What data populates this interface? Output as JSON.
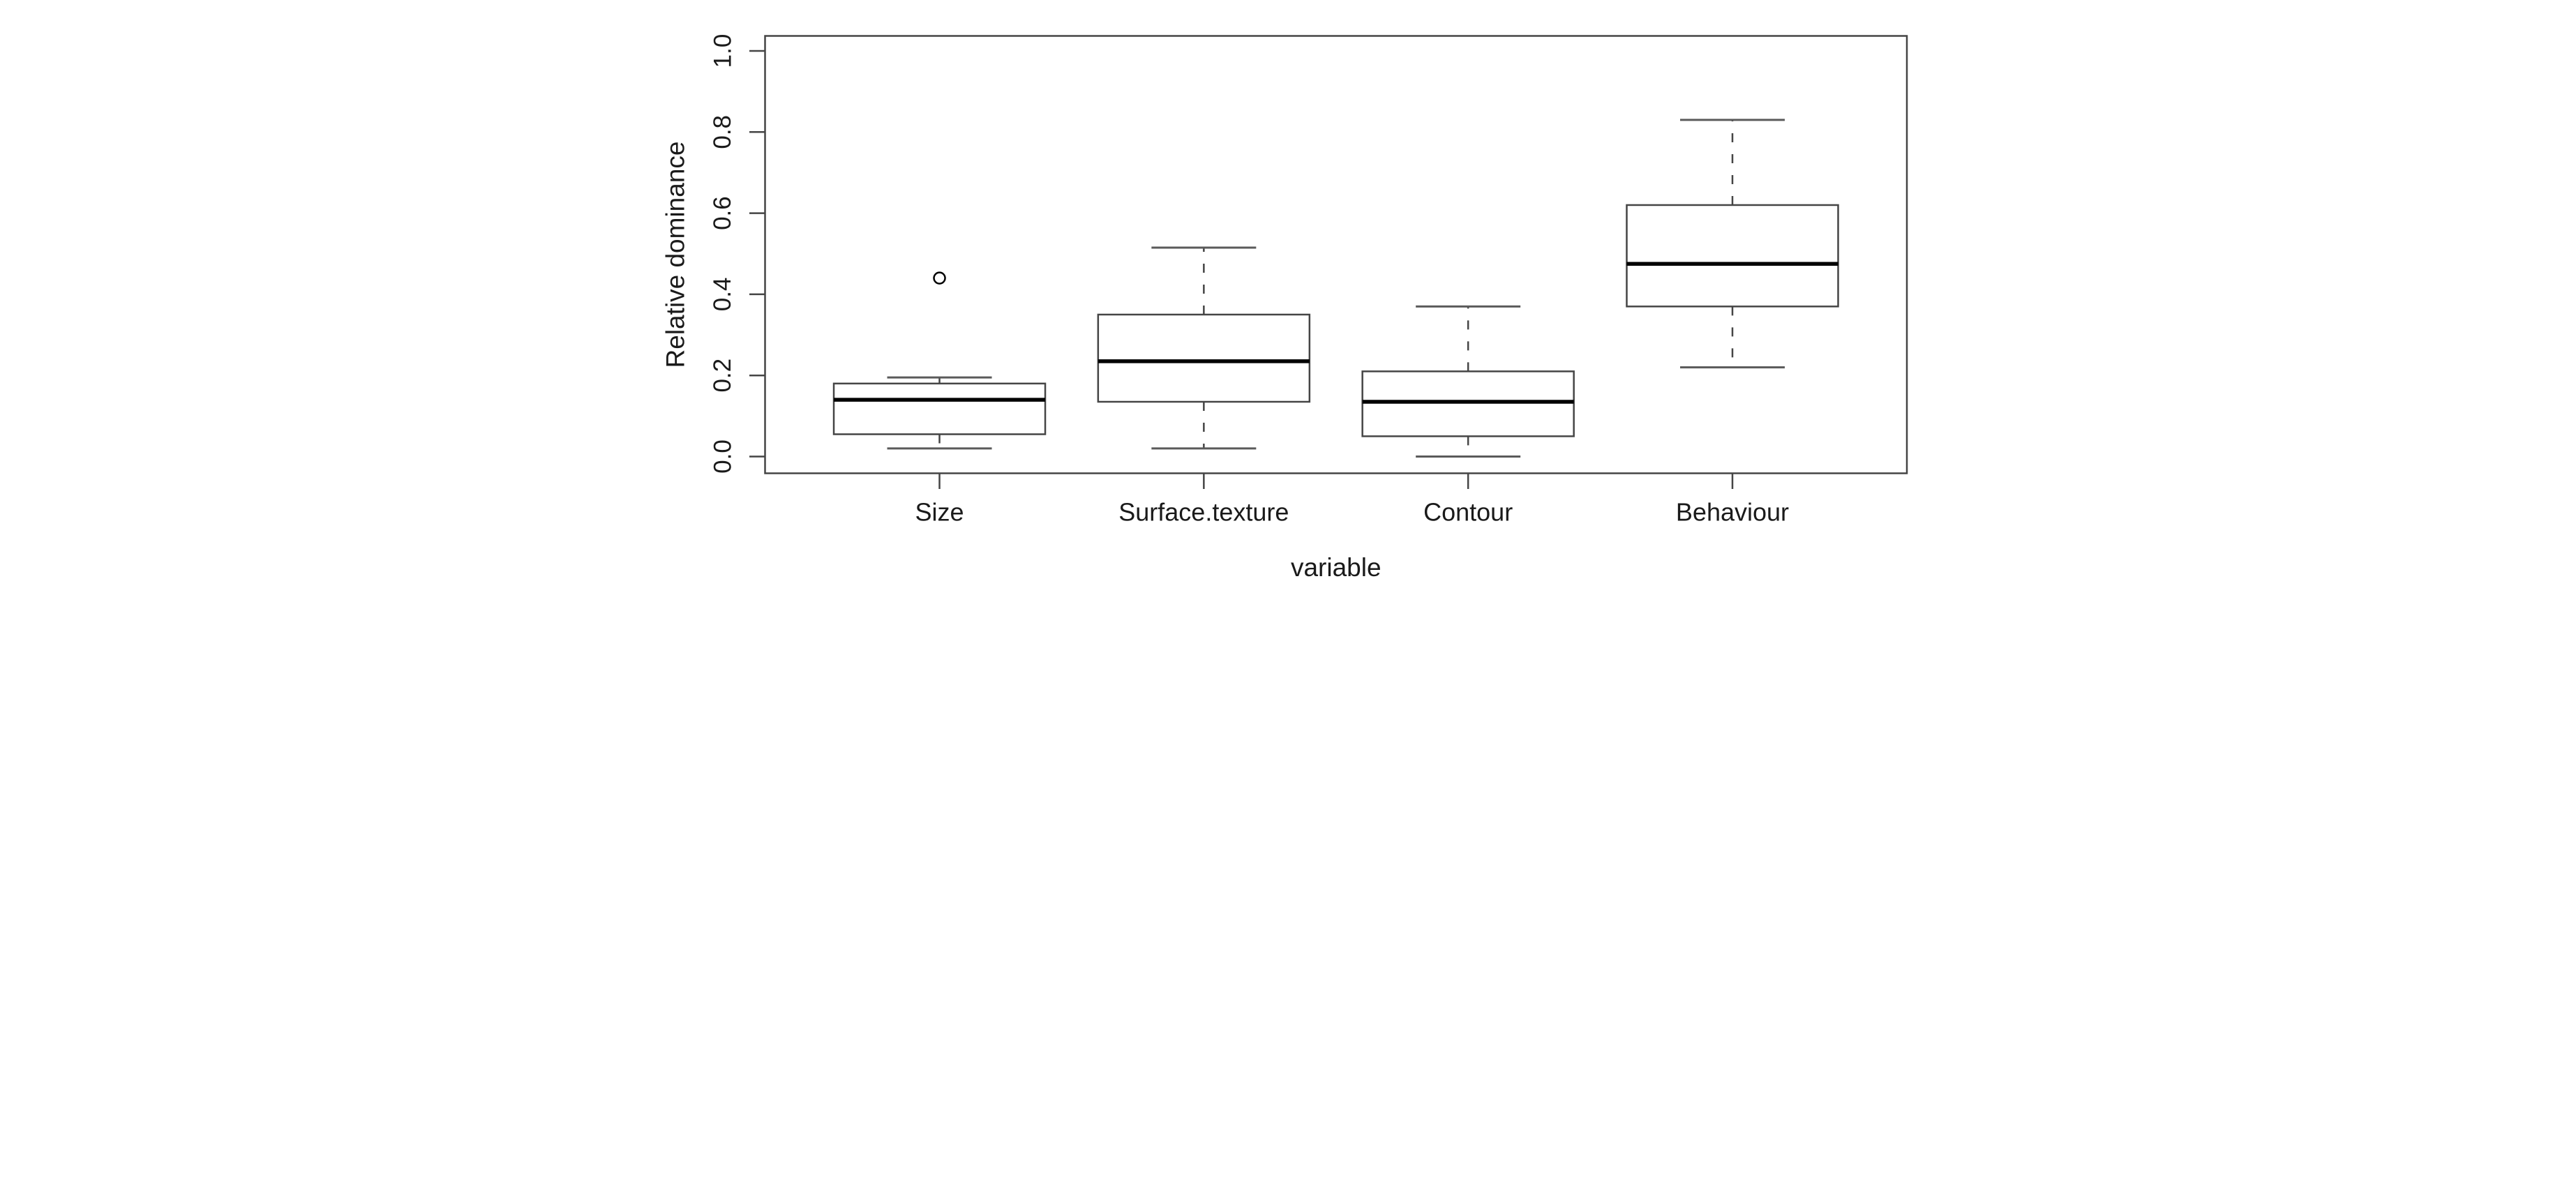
{
  "figure": {
    "kind": "R base-graphics boxplot",
    "background_color": "#ffffff"
  },
  "colors": {
    "line": "#454545",
    "cap": "#5a5a5a",
    "median": "#000000",
    "text": "#1a1a1a",
    "box_fill": "#ffffff",
    "background": "#ffffff"
  },
  "chart_data": {
    "type": "boxplot",
    "title": "",
    "xlabel": "variable",
    "ylabel": "Relative dominance",
    "ylim": [
      0,
      1
    ],
    "grid": false,
    "legend_position": "none",
    "ytick_values": [
      0.0,
      0.2,
      0.4,
      0.6,
      0.8,
      1.0
    ],
    "ytick_labels": [
      "0.0",
      "0.2",
      "0.4",
      "0.6",
      "0.8",
      "1.0"
    ],
    "categories": [
      "Size",
      "Surface.texture",
      "Contour",
      "Behaviour"
    ],
    "series": [
      {
        "name": "Size",
        "whisker_low": 0.02,
        "q1": 0.055,
        "median": 0.14,
        "q3": 0.18,
        "whisker_high": 0.195,
        "outliers": [
          0.44
        ]
      },
      {
        "name": "Surface.texture",
        "whisker_low": 0.02,
        "q1": 0.135,
        "median": 0.235,
        "q3": 0.35,
        "whisker_high": 0.515,
        "outliers": []
      },
      {
        "name": "Contour",
        "whisker_low": 0.0,
        "q1": 0.05,
        "median": 0.135,
        "q3": 0.21,
        "whisker_high": 0.37,
        "outliers": []
      },
      {
        "name": "Behaviour",
        "whisker_low": 0.22,
        "q1": 0.37,
        "median": 0.475,
        "q3": 0.62,
        "whisker_high": 0.83,
        "outliers": []
      }
    ]
  }
}
